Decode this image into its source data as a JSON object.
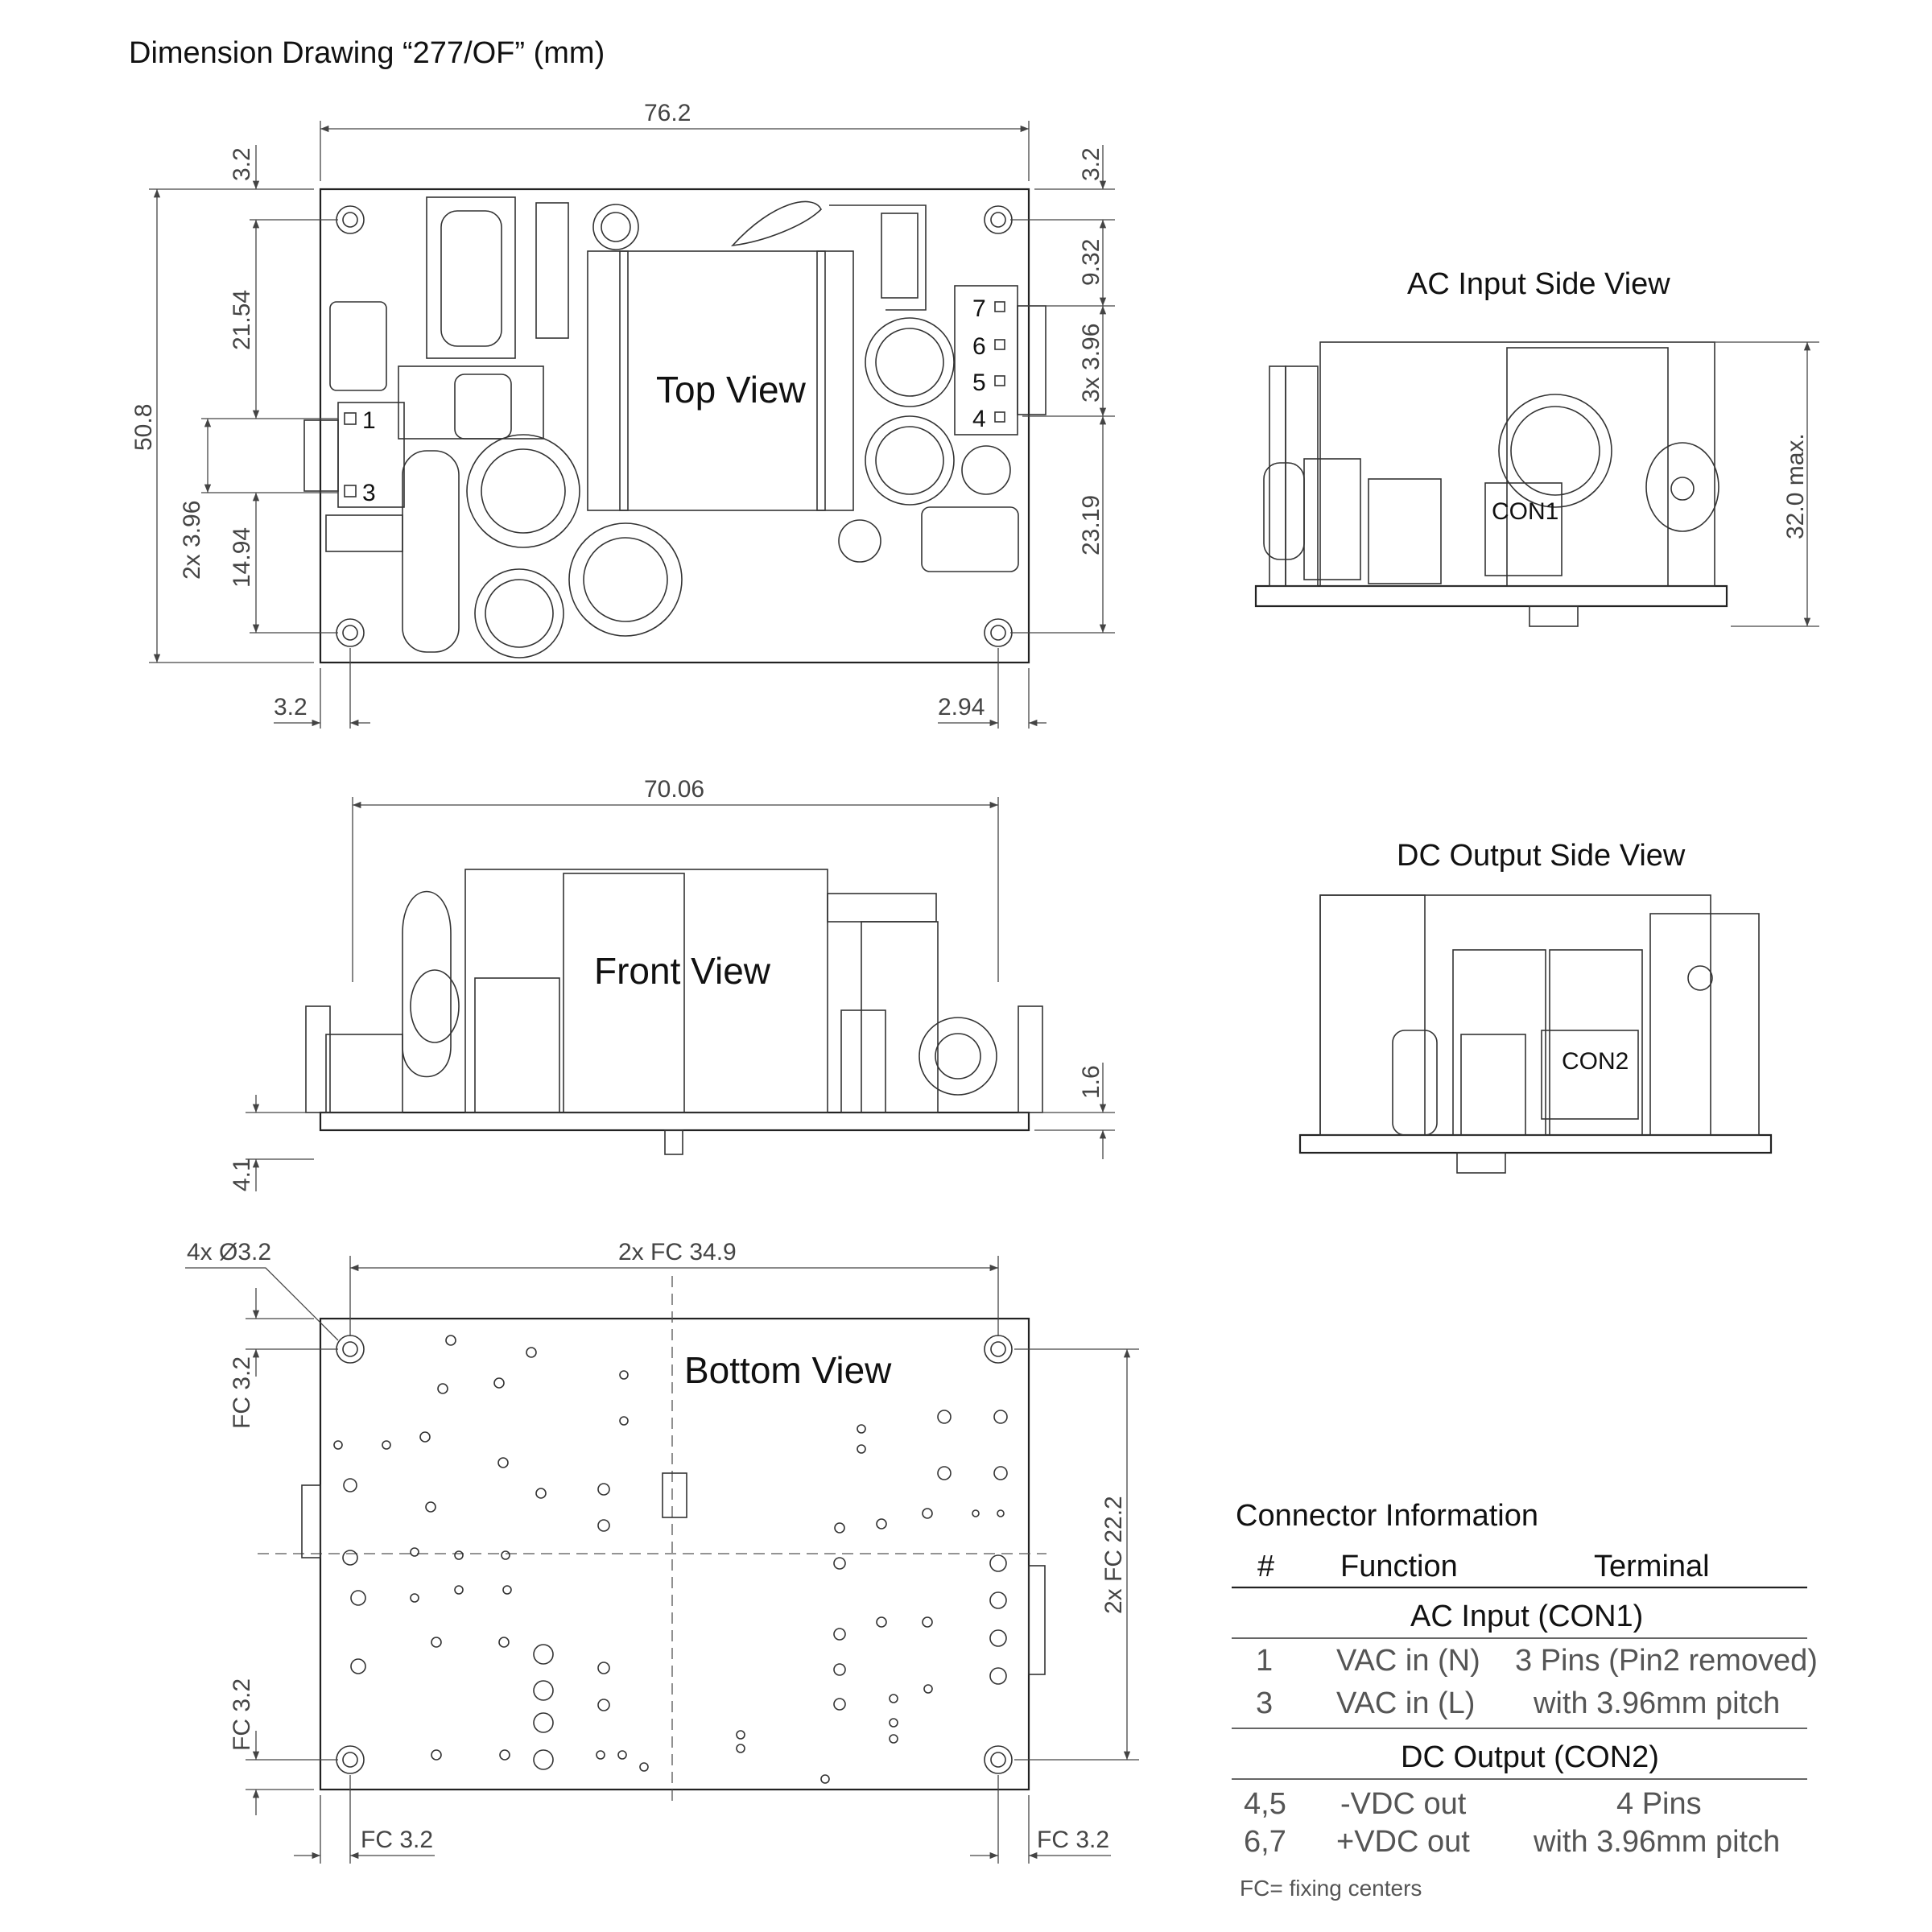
{
  "title": "Dimension Drawing “277/OF” (mm)",
  "views": {
    "top": "Top View",
    "front": "Front View",
    "bottom": "Bottom View",
    "ac_side": "AC Input Side View",
    "dc_side": "DC Output Side View"
  },
  "component_labels": {
    "con1": "CON1",
    "con2": "CON2"
  },
  "pin_labels": {
    "p1": "1",
    "p3": "3",
    "p4": "4",
    "p5": "5",
    "p6": "6",
    "p7": "7"
  },
  "dimensions": {
    "top_width": "76.2",
    "top_left_margin": "3.2",
    "top_right_margin": "3.2",
    "top_height": "50.8",
    "top_21_54": "21.54",
    "top_2x_3_96": "2x 3.96",
    "top_14_94": "14.94",
    "top_9_32": "9.32",
    "top_3x_3_96": "3x 3.96",
    "top_23_19": "23.19",
    "top_bottom_left": "3.2",
    "top_bottom_right": "2.94",
    "front_width": "70.06",
    "front_1_6": "1.6",
    "front_4_1": "4.1",
    "ac_side_height": "32.0 max.",
    "bottom_holes": "4x Ø3.2",
    "bottom_fc_width": "2x FC 34.9",
    "bottom_fc_height": "2x FC 22.2",
    "bottom_fc_left_top": "FC 3.2",
    "bottom_fc_left_bottom": "FC 3.2",
    "bottom_fc_bottom_left": "FC 3.2",
    "bottom_fc_bottom_right": "FC 3.2"
  },
  "connector_info": {
    "title": "Connector Information",
    "headers": {
      "num": "#",
      "function": "Function",
      "terminal": "Terminal"
    },
    "sections": [
      {
        "name": "AC Input (CON1)",
        "rows": [
          {
            "num": "1",
            "function": "VAC in (N)",
            "terminal": "3 Pins (Pin2 removed)"
          },
          {
            "num": "3",
            "function": "VAC in (L)",
            "terminal": "with 3.96mm pitch"
          }
        ]
      },
      {
        "name": "DC Output (CON2)",
        "rows": [
          {
            "num": "4,5",
            "function": "-VDC out",
            "terminal": "4 Pins"
          },
          {
            "num": "6,7",
            "function": "+VDC out",
            "terminal": "with 3.96mm pitch"
          }
        ]
      }
    ],
    "footnote": "FC= fixing centers"
  }
}
